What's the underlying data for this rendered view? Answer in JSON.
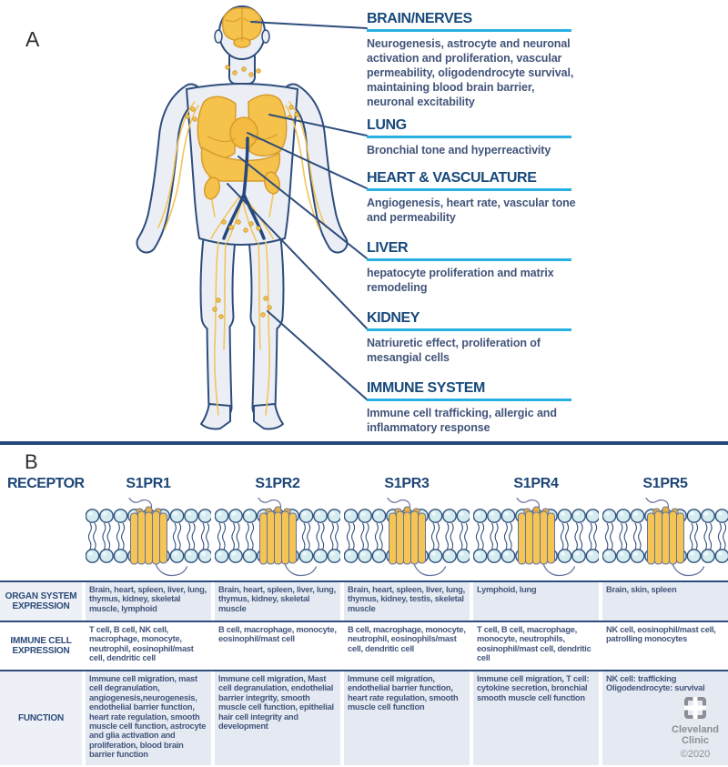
{
  "panel_a": {
    "label": "A",
    "organs": [
      {
        "name": "BRAIN/NERVES",
        "description": "Neurogenesis, astrocyte and neuronal activation and proliferation, vascular permeability, oligodendrocyte survival, maintaining blood brain barrier, neuronal excitability"
      },
      {
        "name": "LUNG",
        "description": "Bronchial tone and hyperreactivity"
      },
      {
        "name": "HEART & VASCULATURE",
        "description": "Angiogenesis, heart rate, vascular tone and permeability"
      },
      {
        "name": "LIVER",
        "description": "hepatocyte proliferation and matrix remodeling"
      },
      {
        "name": "KIDNEY",
        "description": "Natriuretic effect, proliferation of mesangial cells"
      },
      {
        "name": "IMMUNE SYSTEM",
        "description": "Immune cell trafficking, allergic and inflammatory response"
      }
    ]
  },
  "panel_b": {
    "label": "B",
    "receptor_header": "RECEPTOR",
    "row_labels": {
      "organ": "ORGAN SYSTEM EXPRESSION",
      "immune": "IMMUNE CELL EXPRESSION",
      "function": "FUNCTION"
    },
    "receptors": [
      {
        "name": "S1PR1",
        "organ_system_expression": "Brain, heart, spleen, liver, lung, thymus, kidney, skeletal muscle, lymphoid",
        "immune_cell_expression": "T cell, B cell, NK cell, macrophage, monocyte, neutrophil, eosinophil/mast cell, dendritic cell",
        "function": "Immune cell migration, mast cell degranulation, angiogenesis,neurogenesis, endothelial barrier function, heart rate regulation, smooth muscle cell function, astrocyte and glia activation and proliferation, blood brain barrier function"
      },
      {
        "name": "S1PR2",
        "organ_system_expression": "Brain, heart, spleen, liver, lung, thymus, kidney, skeletal muscle",
        "immune_cell_expression": "B cell, macrophage, monocyte, eosinophil/mast cell",
        "function": "Immune cell migration, Mast cell degranulation, endothelial barrier integrity, smooth muscle cell function, epithelial hair cell integrity and development"
      },
      {
        "name": "S1PR3",
        "organ_system_expression": "Brain, heart, spleen, liver, lung, thymus, kidney, testis, skeletal muscle",
        "immune_cell_expression": "B cell, macrophage, monocyte, neutrophil, eosinophils/mast cell, dendritic cell",
        "function": "Immune cell migration, endothelial barrier function, heart rate regulation, smooth muscle cell function"
      },
      {
        "name": "S1PR4",
        "organ_system_expression": "Lymphoid, lung",
        "immune_cell_expression": "T cell, B cell, macrophage, monocyte, neutrophils, eosinophil/mast cell, dendritic cell",
        "function": "Immune cell migration, T cell: cytokine secretion, bronchial smooth muscle cell function"
      },
      {
        "name": "S1PR5",
        "organ_system_expression": "Brain, skin, spleen",
        "immune_cell_expression": "NK cell, eosinophil/mast cell, patrolling monocytes",
        "function": "NK cell: trafficking\nOligodendrocyte: survival"
      }
    ]
  },
  "footer": {
    "logo_text": "Cleveland\nClinic",
    "copyright": "©2020"
  },
  "colors": {
    "heading_navy": "#17497b",
    "accent_cyan": "#29b0e2",
    "body_text": "#42547a",
    "outline_navy": "#2e4d7c",
    "organ_gold": "#f5c24b",
    "nerve_yellow": "#f2c45c",
    "membrane_blue": "#d4ecef",
    "cell_bg": "#e5eaf2",
    "logo_gray": "#8b8f93"
  }
}
